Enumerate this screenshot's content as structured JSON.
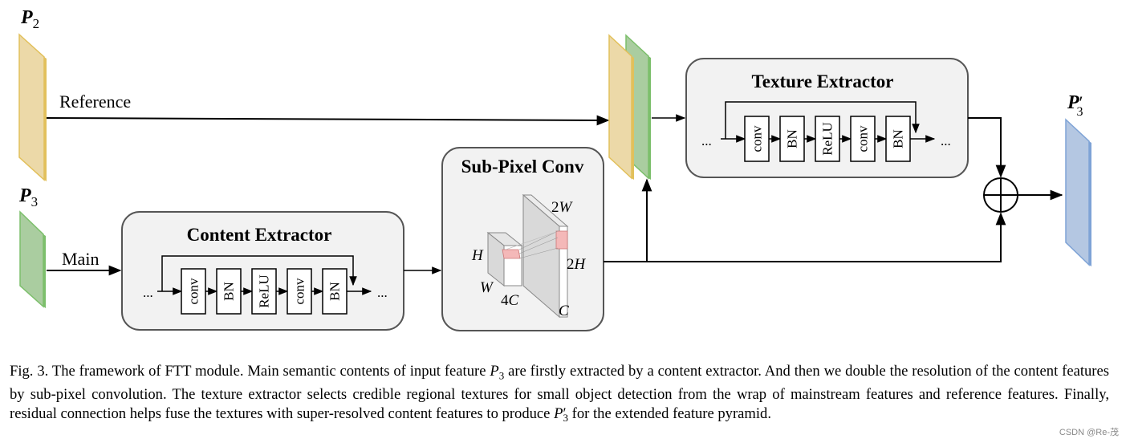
{
  "labels": {
    "p2": "P",
    "p2_sub": "2",
    "p3": "P",
    "p3_sub": "3",
    "p3_out": "P",
    "p3_out_prime": "′",
    "p3_out_sub": "3",
    "reference": "Reference",
    "main": "Main"
  },
  "content_extractor": {
    "title": "Content Extractor",
    "ops": [
      "conv",
      "BN",
      "ReLU",
      "conv",
      "BN"
    ],
    "ellipsis": "..."
  },
  "texture_extractor": {
    "title": "Texture Extractor",
    "ops": [
      "conv",
      "BN",
      "ReLU",
      "conv",
      "BN"
    ],
    "ellipsis": "..."
  },
  "subpixel": {
    "title": "Sub-Pixel Conv",
    "dims": {
      "h": "H",
      "w": "W",
      "four_c": "4C",
      "two_w": "2W",
      "two_h": "2H",
      "c": "C"
    }
  },
  "caption": {
    "part1": "Fig. 3.  The framework of FTT module. Main semantic contents of input feature ",
    "part1_var": "P",
    "part1_sub": "3",
    "part2": " are firstly extracted by a content extractor. And then we double the resolution of the content features by sub-pixel convolution. The texture extractor selects credible regional textures for small object detection from the wrap of mainstream features and reference features. Finally, residual connection helps fuse the textures with super-resolved content features to produce ",
    "part2_var": "P",
    "part2_prime": "′",
    "part2_sub": "3",
    "part3": " for the extended feature pyramid."
  },
  "watermark": "CSDN @Re-茂",
  "colors": {
    "yellow_face": "#ecd9a8",
    "yellow_edge": "#e2c05b",
    "green_face": "#aacda0",
    "green_edge": "#7cbf6b",
    "blue_face": "#b4c7e2",
    "blue_edge": "#7ea3d6",
    "box_fill": "#f2f2f2",
    "box_stroke": "#555555",
    "pink": "#f4b8b8"
  }
}
